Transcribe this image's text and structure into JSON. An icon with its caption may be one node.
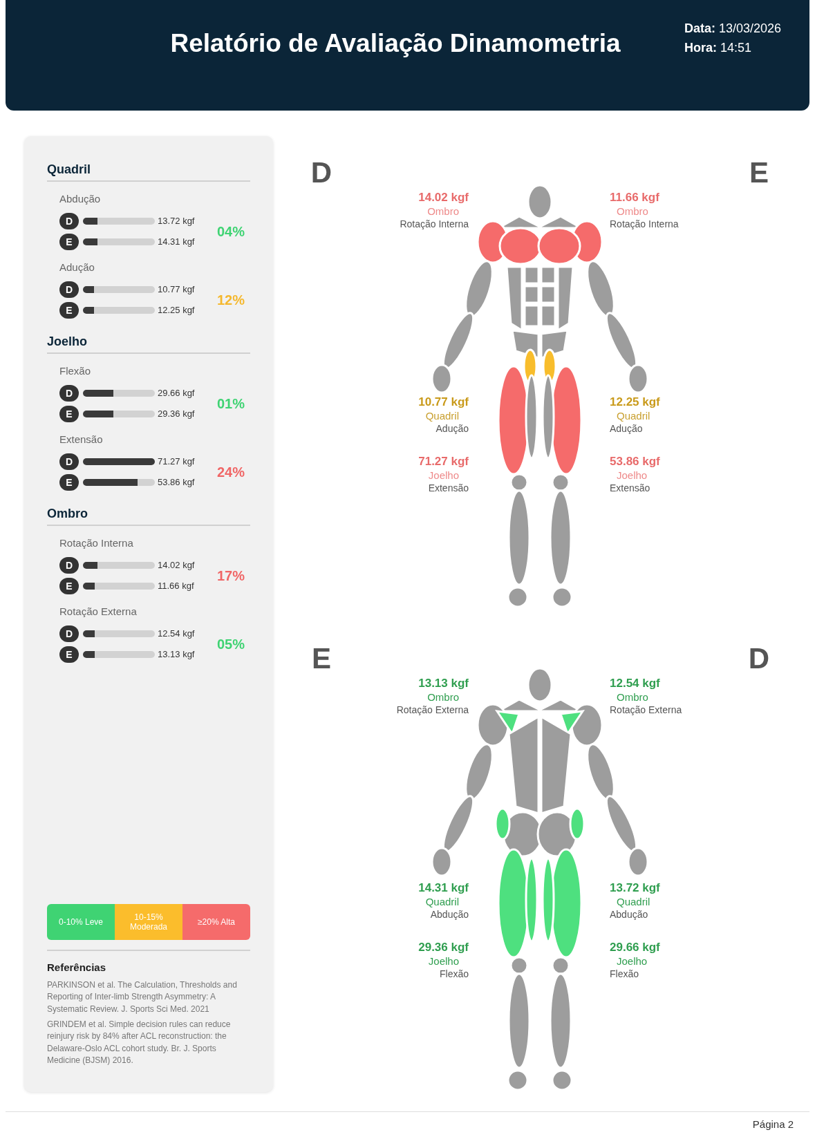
{
  "diagram": {
    "title": "Relatório de Avaliação Dinamometria",
    "labels": [
      "**Data:** 13/03/2026",
      "**Hora:** 14:51",
      "Quadril",
      "Abdução",
      "D",
      "13.72 kgf",
      "E",
      "14.31 kgf",
      "04%",
      "Adução",
      "D",
      "10.77 kgf",
      "E",
      "12.25 kgf",
      "12%",
      "Joelho",
      "Flexão",
      "D",
      "29.66 kgf",
      "E",
      "29.36 kgf",
      "01%",
      "Extensão",
      "D",
      "71.27 kgf",
      "E",
      "53.86 kgf",
      "24%",
      "Ombro",
      "Rotação Interna",
      "D",
      "14.02 kgf",
      "E",
      "11.66 kgf",
      "17%",
      "Rotação Externa",
      "D",
      "12.54 kgf",
      "E",
      "13.13 kgf",
      "05%",
      "D",
      "E",
      "14.02 kgf",
      "Ombro",
      "Rotação Interna",
      "11.66 kgf",
      "Ombro",
      "Rotação Interna",
      "10.77 kgf",
      "Quadril",
      "Adução",
      "12.25 kgf",
      "Quadril",
      "Adução",
      "71.27 kgf",
      "Joelho",
      "Extensão",
      "53.86 kgf",
      "Joelho",
      "Extensão",
      "E",
      "D",
      "13.13 kgf",
      "Ombro",
      "Rotação Externa",
      "12.54 kgf",
      "Ombro",
      "Rotação Externa",
      "14.31 kgf",
      "Quadril",
      "Abdução",
      "13.72 kgf",
      "Quadril",
      "Abdução",
      "29.36 kgf",
      "Joelho",
      "Flexão",
      "29.66 kgf",
      "Joelho",
      "Flexão",
      "Referências",
      "PARKINSON et al. The Calculation, Thresholds and Reporting of Inter-limb Strength Asymmetry: A Systematic Review. J. Sports Sci Med. 2021",
      "GRINDEM et al. Simple decision rules can reduce reinjury risk by 84% after ACL reconstruction: the Delaware-Oslo ACL cohort study. Br. J. Sports Medicine (BJSM) 2016.",
      "Página 2"
    ],
    "legend": [
      {
        "text": "0-10% Leve",
        "color": "#3fd373"
      },
      {
        "text": "10-15% Moderada",
        "color": "#fbbd2c"
      },
      {
        "text": "≥20% Alta",
        "color": "#f56b6b"
      }
    ]
  }
}
